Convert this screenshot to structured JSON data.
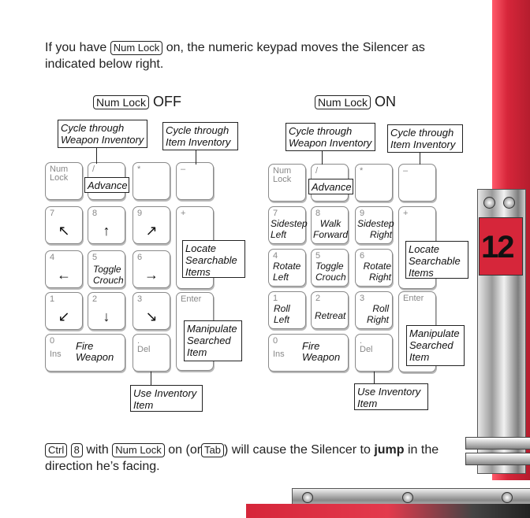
{
  "intro": {
    "before": "If you have",
    "key": "Num Lock",
    "after": "on, the numeric keypad moves the Silencer as",
    "line2": "indicated below right."
  },
  "headings": {
    "off_key": "Num Lock",
    "off_word": "OFF",
    "on_key": "Num Lock",
    "on_word": "ON"
  },
  "callouts": {
    "cycle_weapon": "Cycle through Weapon Inventory",
    "cycle_item": "Cycle through Item Inventory",
    "advance": "Advance",
    "locate": "Locate Searchable Items",
    "manipulate": "Manipulate Searched Item",
    "use_inventory": "Use Inventory Item"
  },
  "keypad_off": {
    "numlock": "Num Lock",
    "slash": "/",
    "star": "*",
    "minus": "–",
    "k7": "7",
    "k8": "8",
    "k9": "9",
    "plus": "+",
    "k4": "4",
    "k5": "5",
    "k5_action": "Toggle Crouch",
    "k6": "6",
    "k1": "1",
    "k2": "2",
    "k3": "3",
    "enter": "Enter",
    "k0": "0",
    "ins": "Ins",
    "k0_action": "Fire Weapon",
    "dot": ".",
    "del": "Del",
    "icons": [
      "arrow-up-left-icon",
      "arrow-up-icon",
      "arrow-up-right-icon",
      "arrow-left-icon",
      "arrow-right-icon",
      "arrow-down-left-icon",
      "arrow-down-icon",
      "arrow-down-right-icon"
    ]
  },
  "keypad_on": {
    "numlock": "Num Lock",
    "slash": "/",
    "star": "*",
    "minus": "–",
    "k7": "7",
    "k7_action": "Sidestep Left",
    "k8": "8",
    "k8_action": "Walk Forward",
    "k9": "9",
    "k9_action": "Sidestep Right",
    "plus": "+",
    "k4": "4",
    "k4_action": "Rotate Left",
    "k5": "5",
    "k5_action": "Toggle Crouch",
    "k6": "6",
    "k6_action": "Rotate Right",
    "k1": "1",
    "k1_action": "Roll Left",
    "k2": "2",
    "k2_action": "Retreat",
    "k3": "3",
    "k3_action": "Roll Right",
    "enter": "Enter",
    "k0": "0",
    "ins": "Ins",
    "k0_action": "Fire Weapon",
    "dot": ".",
    "del": "Del"
  },
  "footer": {
    "ctrl": "Ctrl",
    "eight": "8",
    "with": "with",
    "numlock": "Num Lock",
    "on_or": "on (or",
    "tab": "Tab",
    "rest": ") will cause the Silencer to",
    "jump": "jump",
    "in_the": "in the",
    "line2": "direction he’s facing."
  },
  "chapter_number": "12",
  "colors": {
    "accent_red": "#d6263a",
    "metal": "#c9c9c9"
  }
}
